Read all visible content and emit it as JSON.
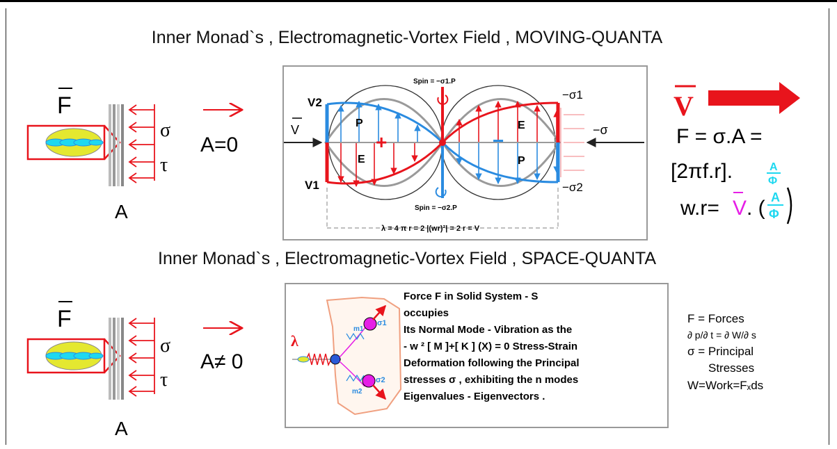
{
  "top": {
    "title": "Inner Monad`s , Electromagnetic-Vortex Field , MOVING-QUANTA",
    "force": "F",
    "sigma": "σ",
    "tau": "τ",
    "area": "A",
    "a_eq": "A=0",
    "v_in": "V",
    "neg_sigma_in": "−σ",
    "v1": "V1",
    "v2": "V2",
    "neg_s1": "−σ1",
    "neg_s2": "−σ2",
    "p1": "P",
    "e1": "E",
    "e2": "E",
    "p2": "P",
    "plus": "+",
    "minus": "−",
    "spin_top": "Spin = −σ1.P",
    "spin_bottom": "Spin = −σ2.P",
    "lambda_eq": "λ = 4 π r =  2 |(wr)²| = 2 r = V",
    "big_v": "V",
    "eq1": "F = σ.A =",
    "eq2": "[2πf.r].",
    "frac_a": "A",
    "frac_phi": "Φ",
    "eq3": "w.r=",
    "eq3_v": "V",
    "eq3_tail": ". ("
  },
  "bottom": {
    "title": "Inner Monad`s , Electromagnetic-Vortex Field , SPACE-QUANTA",
    "force": "F",
    "sigma": "σ",
    "tau": "τ",
    "area": "A",
    "a_ne": "A≠ 0",
    "lambda": "λ",
    "m1": "m1",
    "m2": "m2",
    "s1": "σ1",
    "s2": "σ2",
    "para": [
      "Force  F in Solid  System - S",
      "occupies",
      "Its  Normal  Mode - Vibration  as the",
      "- w ² [ M ]+[ K ] (X) = 0   Stress-Strain",
      "Deformation following  the Principal",
      "stresses  σ , exhibiting  the  n  modes",
      "Eigenvalues - Eigenvectors ."
    ],
    "legend": [
      "F =  Forces",
      "∂ p/∂ t = ∂ W/∂ s",
      "σ = Principal",
      "Stresses",
      "W=Work=Fₓds"
    ]
  },
  "colors": {
    "red": "#e8141c",
    "blue": "#2a8be0",
    "cyan": "#1ed8f0",
    "magenta": "#e61ee6",
    "gray": "#9a9a9a",
    "yellow": "#e4e830"
  }
}
